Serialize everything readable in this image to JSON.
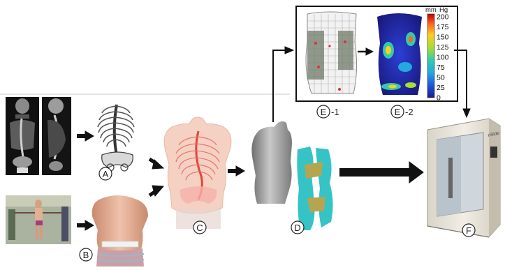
{
  "labels": {
    "A": "A",
    "B": "B",
    "C": "C",
    "D": "D",
    "E1": "E",
    "E1_suffix": "-1",
    "E2": "E",
    "E2_suffix": "-2",
    "F": "F"
  },
  "colorbar": {
    "unit_line1": "mm",
    "unit_line2": "Hg",
    "ticks": [
      "200",
      "175",
      "150",
      "125",
      "100",
      "75",
      "50",
      "25",
      "0"
    ]
  },
  "machine_logo": "rSlide",
  "colors": {
    "arrow": "#111111",
    "box_border": "#111111",
    "rib_red": "#e0463c",
    "torso_skin": "#e8b09a",
    "brace_cyan": "#36c3c6",
    "brace_gold": "#b6a550",
    "torso_gray": "#9a9a9a"
  }
}
